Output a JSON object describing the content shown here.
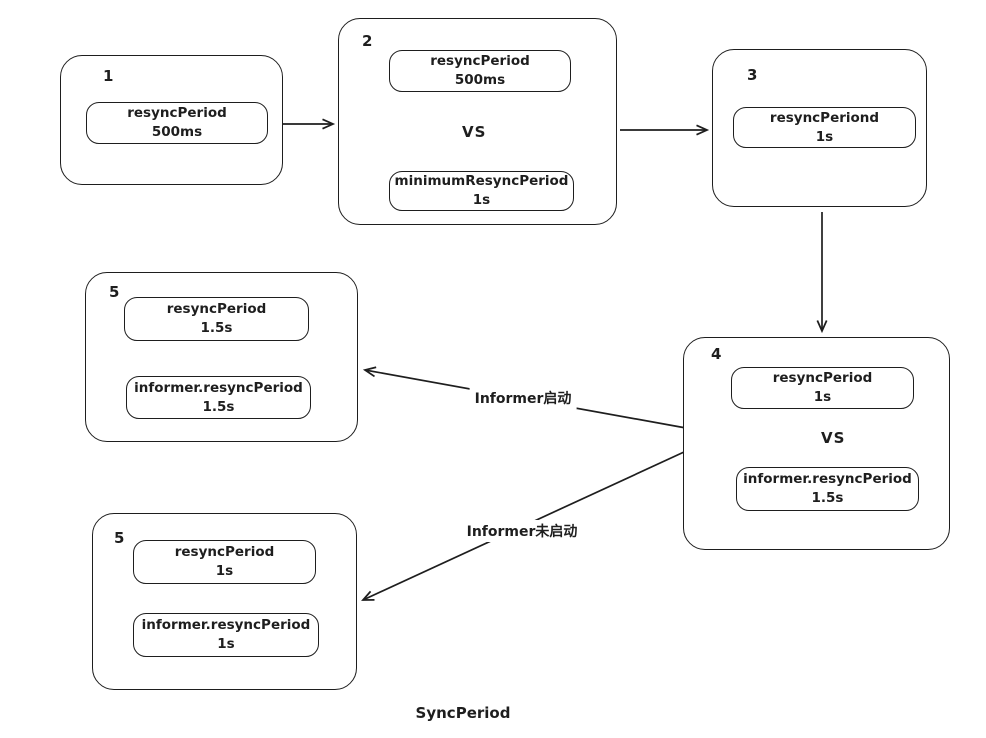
{
  "canvas": {
    "background": "#ffffff",
    "stroke_color": "#1e1e1e"
  },
  "title": "SyncPeriod",
  "nodes": [
    {
      "label": "1",
      "items": [
        {
          "name": "resyncPeriod",
          "value": "500ms"
        }
      ]
    },
    {
      "label": "2",
      "vs": "VS",
      "items": [
        {
          "name": "resyncPeriod",
          "value": "500ms"
        },
        {
          "name": "minimumResyncPeriod",
          "value": "1s"
        }
      ]
    },
    {
      "label": "3",
      "items": [
        {
          "name": "resyncPeriond",
          "value": "1s"
        }
      ]
    },
    {
      "label": "4",
      "vs": "VS",
      "items": [
        {
          "name": "resyncPeriod",
          "value": "1s"
        },
        {
          "name": "informer.resyncPeriod",
          "value": "1.5s"
        }
      ]
    },
    {
      "label": "5",
      "items": [
        {
          "name": "resyncPeriod",
          "value": "1.5s"
        },
        {
          "name": "informer.resyncPeriod",
          "value": "1.5s"
        }
      ]
    },
    {
      "label": "5",
      "items": [
        {
          "name": "resyncPeriod",
          "value": "1s"
        },
        {
          "name": "informer.resyncPeriod",
          "value": "1s"
        }
      ]
    }
  ],
  "edges": [
    {
      "from": "1",
      "to": "2",
      "label": ""
    },
    {
      "from": "2",
      "to": "3",
      "label": ""
    },
    {
      "from": "3",
      "to": "4",
      "label": ""
    },
    {
      "from": "4",
      "to": "5-informer-started",
      "label": "Informer启动"
    },
    {
      "from": "4",
      "to": "5-informer-not-started",
      "label": "Informer未启动"
    }
  ]
}
